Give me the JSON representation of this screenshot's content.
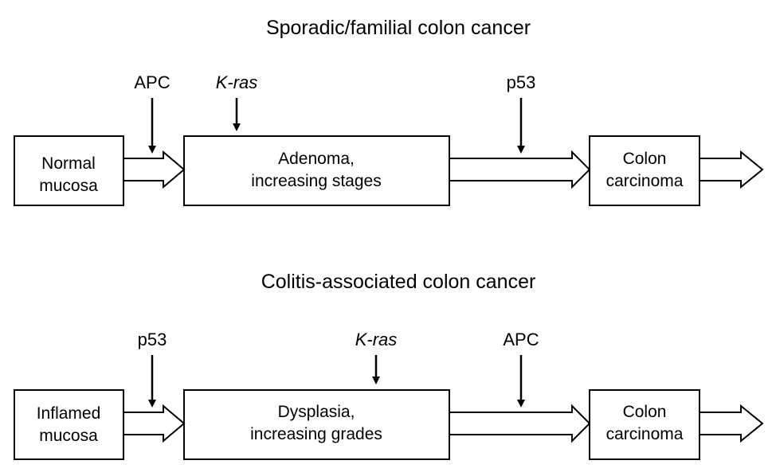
{
  "panels": [
    {
      "title": "Sporadic/familial colon cancer",
      "boxes": [
        {
          "lines": [
            "Normal",
            "mucosa"
          ]
        },
        {
          "lines": [
            "Adenoma,",
            "increasing stages"
          ]
        },
        {
          "lines": [
            "Colon",
            "carcinoma"
          ]
        }
      ],
      "genes": [
        {
          "label": "APC",
          "italic": false
        },
        {
          "label": "K-ras",
          "italic": true
        },
        {
          "label": "p53",
          "italic": false
        }
      ]
    },
    {
      "title": "Colitis-associated colon cancer",
      "boxes": [
        {
          "lines": [
            "Inflamed",
            "mucosa"
          ]
        },
        {
          "lines": [
            "Dysplasia,",
            "increasing grades"
          ]
        },
        {
          "lines": [
            "Colon",
            "carcinoma"
          ]
        }
      ],
      "genes": [
        {
          "label": "p53",
          "italic": false
        },
        {
          "label": "K-ras",
          "italic": true
        },
        {
          "label": "APC",
          "italic": false
        }
      ]
    }
  ],
  "colors": {
    "stroke": "#000000",
    "background": "#ffffff"
  }
}
